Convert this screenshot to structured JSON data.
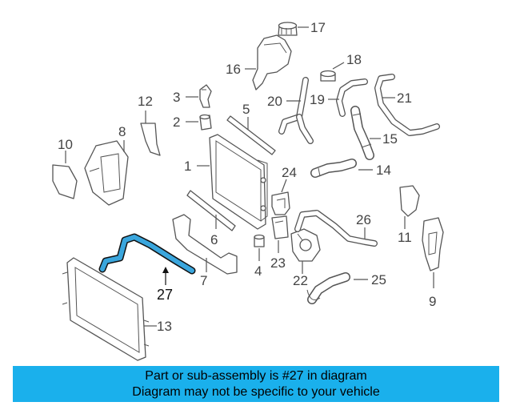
{
  "callouts": {
    "c1": "1",
    "c2": "2",
    "c3": "3",
    "c4": "4",
    "c5": "5",
    "c6": "6",
    "c7": "7",
    "c8": "8",
    "c9": "9",
    "c10": "10",
    "c11": "11",
    "c12": "12",
    "c13": "13",
    "c14": "14",
    "c15": "15",
    "c16": "16",
    "c17": "17",
    "c18": "18",
    "c19": "19",
    "c20": "20",
    "c21": "21",
    "c22": "22",
    "c23": "23",
    "c24": "24",
    "c25": "25",
    "c26": "26",
    "c27": "27"
  },
  "highlight": {
    "part_number": "27",
    "color": "#3aa6dd"
  },
  "banner": {
    "line1": "Part or sub-assembly is #27 in diagram",
    "line2": "Diagram may not be specific to your vehicle",
    "color": "#1ab0ec"
  }
}
